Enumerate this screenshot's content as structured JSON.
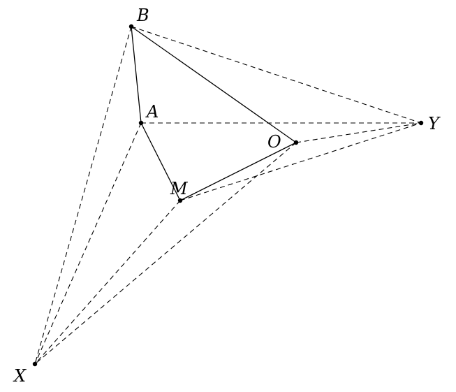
{
  "points": [
    {
      "id": "B",
      "label": "B"
    },
    {
      "id": "A",
      "label": "A"
    },
    {
      "id": "M",
      "label": "M"
    },
    {
      "id": "O",
      "label": "O"
    },
    {
      "id": "Y",
      "label": "Y"
    },
    {
      "id": "X",
      "label": "X"
    }
  ],
  "solid_segments": [
    [
      "B",
      "A"
    ],
    [
      "A",
      "M"
    ],
    [
      "M",
      "O"
    ],
    [
      "B",
      "O"
    ]
  ],
  "dashed_segments": [
    [
      "B",
      "Y"
    ],
    [
      "A",
      "Y"
    ],
    [
      "O",
      "Y"
    ],
    [
      "M",
      "Y"
    ],
    [
      "B",
      "X"
    ],
    [
      "A",
      "X"
    ],
    [
      "M",
      "X"
    ],
    [
      "O",
      "X"
    ]
  ]
}
